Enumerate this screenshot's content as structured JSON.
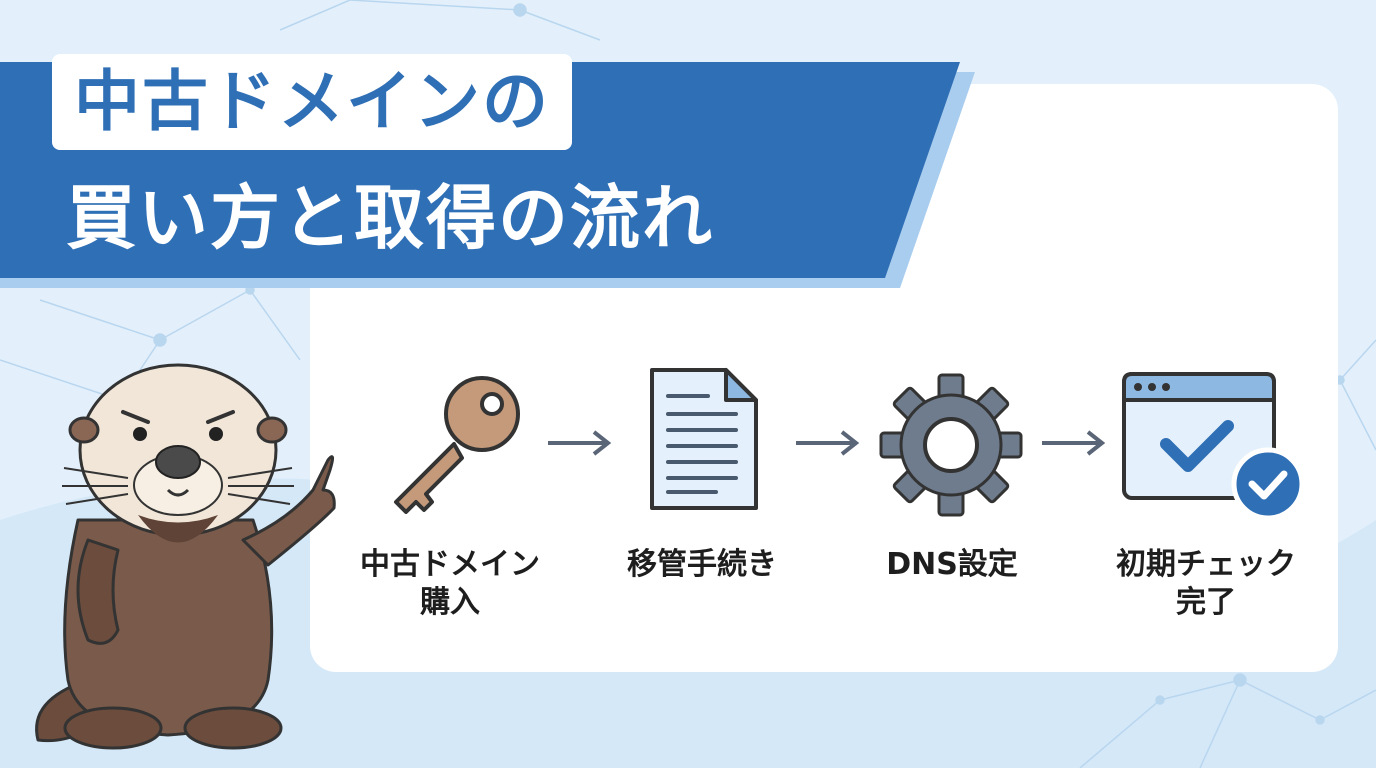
{
  "title": {
    "line1": "中古ドメインの",
    "line2": "買い方と取得の流れ"
  },
  "steps": [
    {
      "label_lines": [
        "中古ドメイン",
        "購入"
      ],
      "icon": "key-icon"
    },
    {
      "label_lines": [
        "移管手続き"
      ],
      "icon": "document-icon"
    },
    {
      "label_lines": [
        "DNS設定"
      ],
      "icon": "gear-icon"
    },
    {
      "label_lines": [
        "初期チェック",
        "完了"
      ],
      "icon": "browser-check-icon"
    }
  ],
  "colors": {
    "banner": "#2f6fb5",
    "banner_shadow": "#a9cdee",
    "background": "#e3f0fb",
    "card": "#ffffff",
    "key": "#c49a7a",
    "gear": "#6f7c8d",
    "check": "#2f6fb5",
    "otter_body": "#7a5a4a",
    "otter_face": "#f1e6d8"
  }
}
